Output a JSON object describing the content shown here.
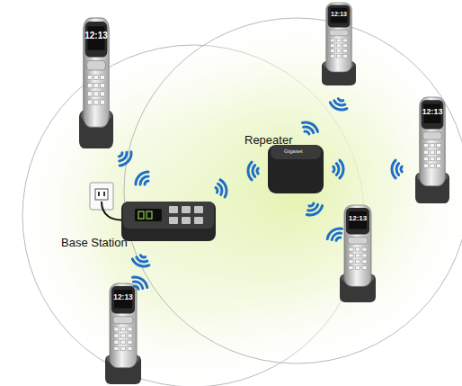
{
  "diagram": {
    "nodes": [
      {
        "text": [
          "12:13"
        ]
      },
      {
        "text": [
          "12:13"
        ]
      },
      {
        "text": [
          "Repeater"
        ]
      },
      {
        "text": [
          "12:13"
        ]
      },
      {
        "text": [
          "Base Station"
        ]
      },
      {
        "text": [
          "12:13"
        ]
      },
      {
        "text": [
          "12:13"
        ]
      }
    ],
    "labels": [
      "Gigaset"
    ]
  }
}
